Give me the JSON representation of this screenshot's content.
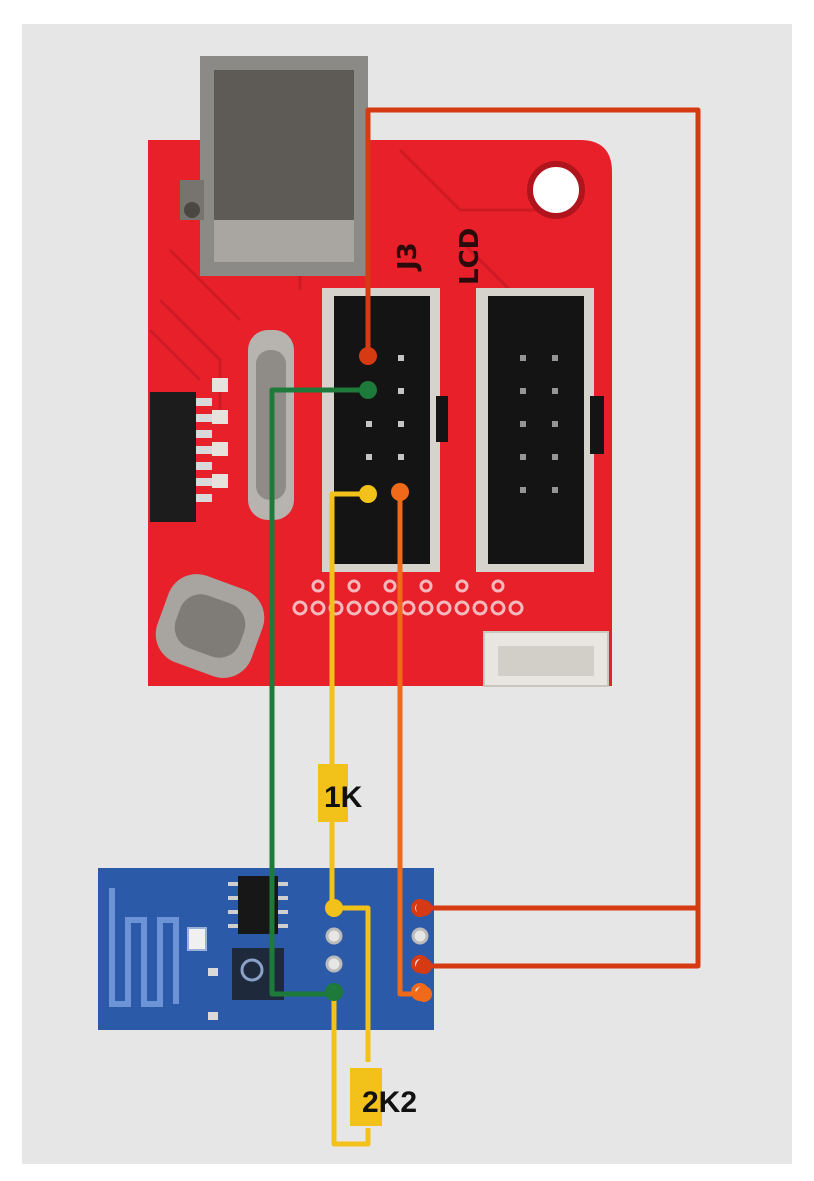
{
  "board": {
    "header_j3_label": "J3",
    "header_lcd_label": "LCD"
  },
  "resistors": {
    "r1_label": "1K",
    "r2_label": "2K2"
  },
  "colors": {
    "background": "#e6e6e6",
    "frame": "#ffffff",
    "board_red": "#e8202a",
    "board_dark": "#b0141c",
    "header_black": "#141414",
    "esp_blue": "#2a5aa8",
    "wire_red": "#d63a12",
    "wire_green": "#1e7a3a",
    "wire_yellow": "#f2c21a",
    "wire_orange": "#f06a1a",
    "resistor_fill": "#f2c21a"
  }
}
